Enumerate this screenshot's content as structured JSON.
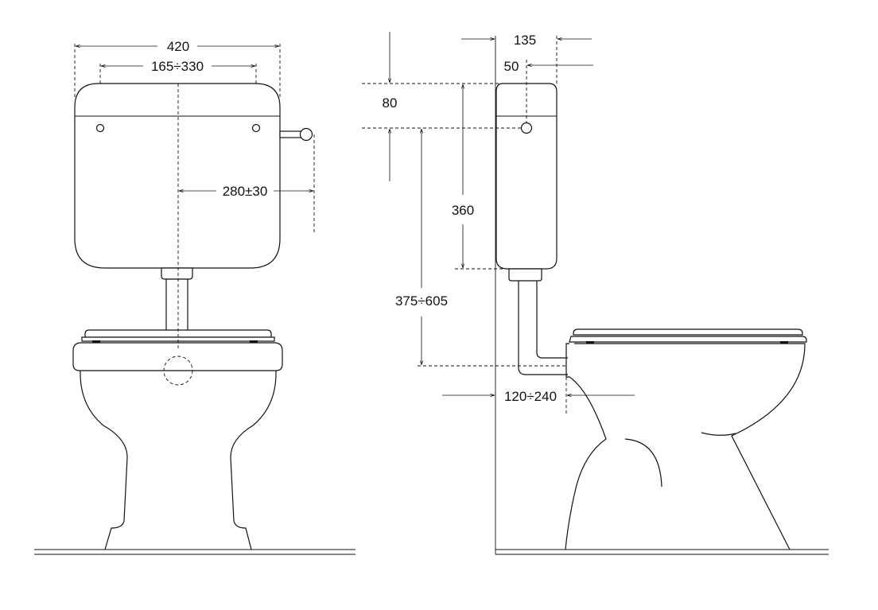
{
  "colors": {
    "line": "#111111",
    "background": "#ffffff"
  },
  "front_view": {
    "dimensions": {
      "tank_width": "420",
      "inlet_spacing": "165÷330",
      "lever_offset": "280±30"
    }
  },
  "side_view": {
    "dimensions": {
      "tank_depth": "135",
      "inlet_offset": "50",
      "top_to_inlet": "80",
      "tank_height": "360",
      "bowl_to_tank": "375÷605",
      "outlet_offset": "120÷240"
    }
  }
}
